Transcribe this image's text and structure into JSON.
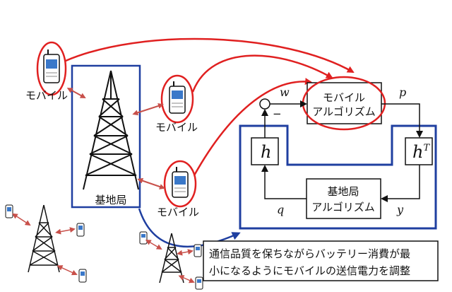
{
  "labels": {
    "mobile_top": "モバイル",
    "mobile_mid": "モバイル",
    "mobile_low": "モバイル",
    "base_station": "基地局",
    "mobile_algo_line1": "モバイル",
    "mobile_algo_line2": "アルゴリズム",
    "base_algo_line1": "基地局",
    "base_algo_line2": "アルゴリズム",
    "note_line1": "通信品質を保ちながらバッテリー消費が最",
    "note_line2": "小になるようにモバイルの送信電力を調整"
  },
  "signals": {
    "w": "w",
    "p": "p",
    "q": "q",
    "y": "y",
    "minus": "−",
    "h": "h",
    "hT_base": "h",
    "hT_sup": "T"
  },
  "colors": {
    "red": "#e02020",
    "blue": "#1f3fa0",
    "arrow_pink": "#c8504a",
    "phone_screen": "#3a78c9"
  }
}
